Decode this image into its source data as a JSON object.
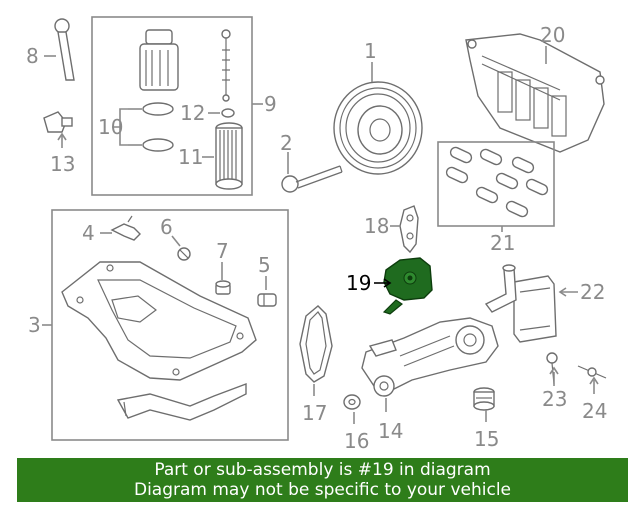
{
  "callouts": {
    "c1": "1",
    "c2": "2",
    "c3": "3",
    "c4": "4",
    "c5": "5",
    "c6": "6",
    "c7": "7",
    "c8": "8",
    "c9": "9",
    "c10": "10",
    "c11": "11",
    "c12": "12",
    "c13": "13",
    "c14": "14",
    "c15": "15",
    "c16": "16",
    "c17": "17",
    "c18": "18",
    "c19": "19",
    "c20": "20",
    "c21": "21",
    "c22": "22",
    "c23": "23",
    "c24": "24"
  },
  "highlighted_part": "19",
  "colors": {
    "highlight_part": "#1f6b1f",
    "banner": "#2e7d1a",
    "line_art": "#8a8a8a"
  },
  "banner": {
    "line1": "Part or sub-assembly is #19 in diagram",
    "line2": "Diagram may not be specific to your vehicle"
  }
}
